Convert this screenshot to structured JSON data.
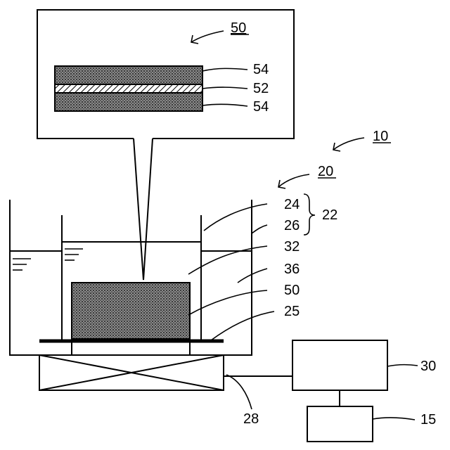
{
  "labels": {
    "inset_ref": "50",
    "layer_outer_top": "54",
    "layer_middle": "52",
    "layer_outer_bottom": "54",
    "apparatus": "10",
    "cell": "20",
    "vessel_inner": "24",
    "vessel_outer": "26",
    "vessel_group": "22",
    "liquid_inner": "32",
    "liquid_outer": "36",
    "sample": "50",
    "plate": "25",
    "vibrator": "28",
    "controller": "30",
    "power": "15"
  }
}
